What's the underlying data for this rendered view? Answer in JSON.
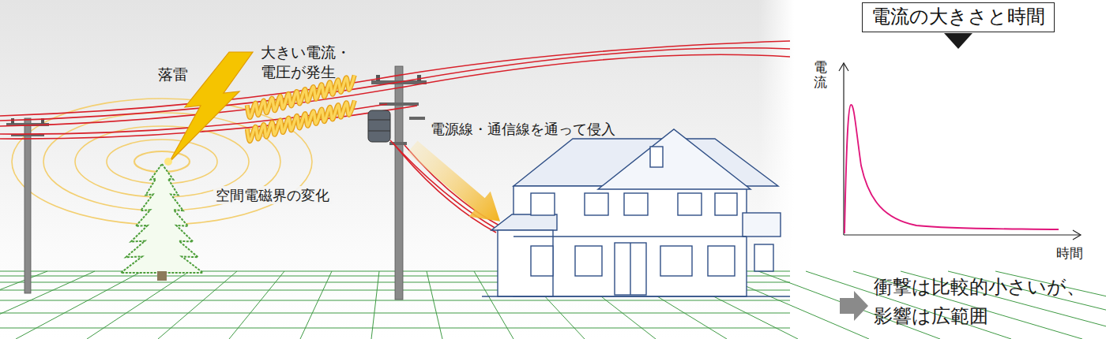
{
  "diagram": {
    "nodes": [
      {
        "text": [
          "電流の大きさと時間"
        ]
      }
    ],
    "labels": [
      "落雷",
      "大きい電流・ 電圧が発生",
      "空間電磁界の変化",
      "電源線・通信線を通って侵入",
      "電流",
      "時間",
      "衝撃は比較的小さいが、 影響は広範囲"
    ]
  }
}
